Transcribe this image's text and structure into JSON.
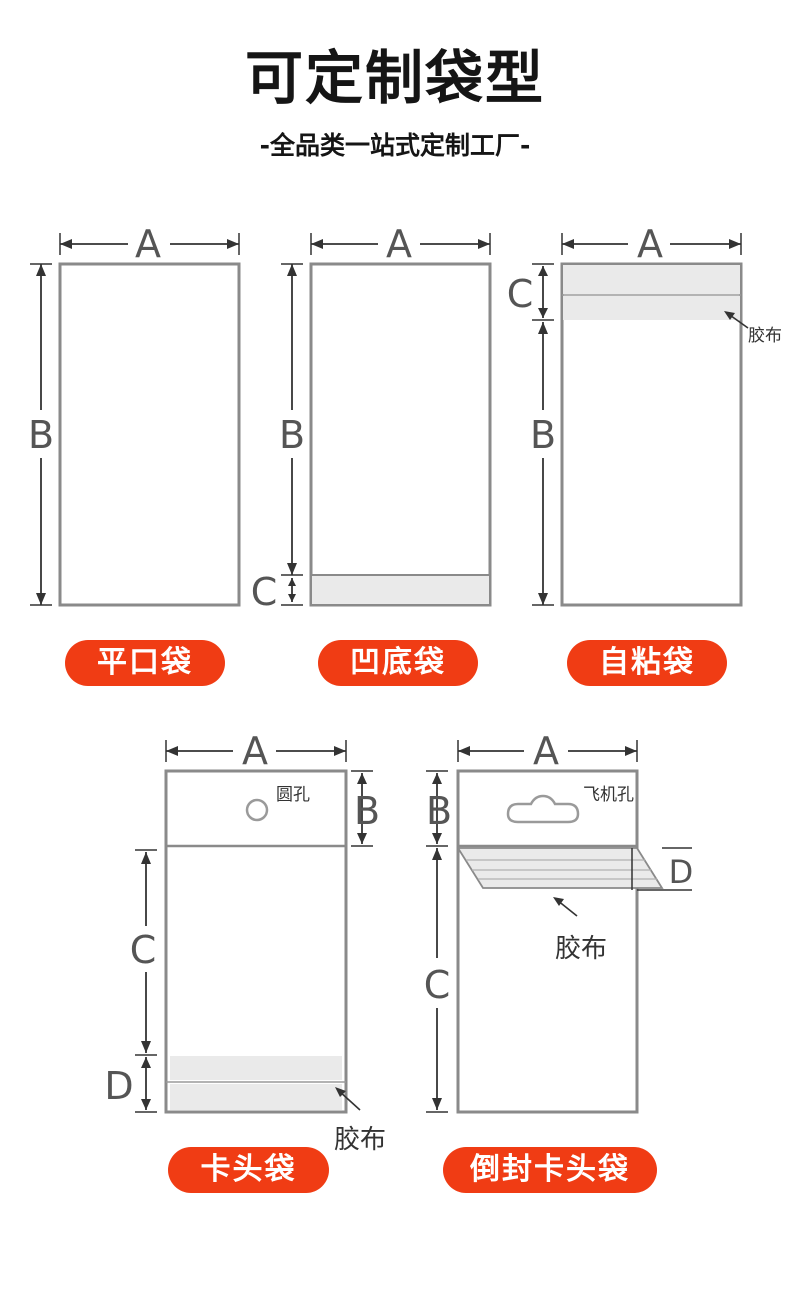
{
  "header": {
    "title": "可定制袋型",
    "subtitle": "-全品类一站式定制工厂-"
  },
  "dimension_letters": {
    "a": "A",
    "b": "B",
    "c": "C",
    "d": "D"
  },
  "annotations": {
    "tape": "胶布",
    "round_hole": "圆孔",
    "plane_hole": "飞机孔"
  },
  "bag_types": [
    {
      "label": "平口袋"
    },
    {
      "label": "凹底袋"
    },
    {
      "label": "自粘袋"
    },
    {
      "label": "卡头袋"
    },
    {
      "label": "倒封卡头袋"
    }
  ],
  "colors": {
    "pill_background": "#f03c14",
    "pill_text": "#ffffff",
    "bag_outline": "#8a8a8a",
    "tape_fill": "#eaeaea"
  }
}
